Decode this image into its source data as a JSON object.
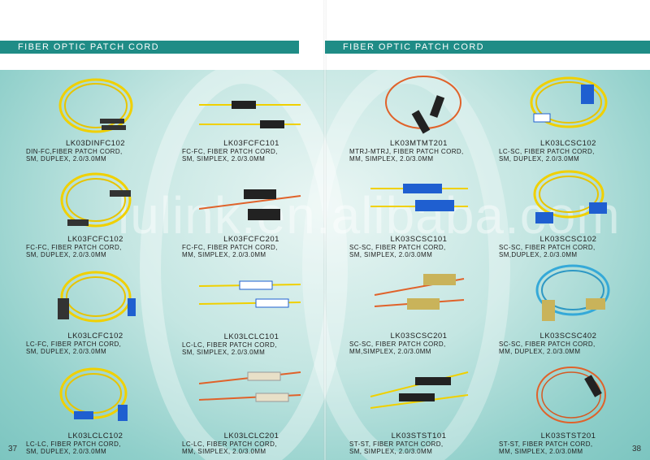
{
  "headers": {
    "left": "FIBER OPTIC PATCH CORD",
    "right": "FIBER OPTIC PATCH CORD"
  },
  "watermark": "lulink.en.alibaba.com",
  "page_numbers": {
    "left": "37",
    "right": "38"
  },
  "colors": {
    "banner": "#1f8c86",
    "background": "#8fcfca",
    "singlemode_cable": "#f0d000",
    "multimode_cable": "#e0622a",
    "sc_connector": "#1f5fd0",
    "lc_connector": "#1f5fd0",
    "aqua_cable": "#35a9d8"
  },
  "products": [
    {
      "code": "LK03DINFC102",
      "line1": "DIN-FC,FIBER PATCH CORD,",
      "line2": "SM, DUPLEX, 2.0/3.0MM",
      "icon": "coiled-yellow-din-fc-icon"
    },
    {
      "code": "LK03FCFC101",
      "line1": "FC-FC, FIBER PATCH CORD,",
      "line2": "SM, SIMPLEX, 2.0/3.0MM",
      "icon": "straight-yellow-fc-fc-icon"
    },
    {
      "code": "LK03MTMT201",
      "line1": "MTRJ-MTRJ, FIBER PATCH CORD,",
      "line2": "MM, SIMPLEX, 2.0/3.0MM",
      "icon": "coiled-orange-mtrj-icon"
    },
    {
      "code": "LK03LCSC102",
      "line1": "LC-SC, FIBER PATCH CORD,",
      "line2": "SM, DUPLEX, 2.0/3.0MM",
      "icon": "coiled-yellow-lc-sc-icon"
    },
    {
      "code": "LK03FCFC102",
      "line1": "FC-FC, FIBER PATCH CORD,",
      "line2": "SM, DUPLEX, 2.0/3.0MM",
      "icon": "coiled-yellow-fc-fc-icon"
    },
    {
      "code": "LK03FCFC201",
      "line1": "FC-FC, FIBER PATCH CORD,",
      "line2": "MM, SIMPLEX, 2.0/3.0MM",
      "icon": "straight-orange-fc-fc-icon"
    },
    {
      "code": "LK03SCSC101",
      "line1": "SC-SC, FIBER PATCH CORD,",
      "line2": "SM, SIMPLEX, 2.0/3.0MM",
      "icon": "straight-yellow-sc-sc-icon"
    },
    {
      "code": "LK03SCSC102",
      "line1": "SC-SC, FIBER PATCH CORD,",
      "line2": "SM,DUPLEX, 2.0/3.0MM",
      "icon": "coiled-yellow-sc-sc-icon"
    },
    {
      "code": "LK03LCFC102",
      "line1": "LC-FC, FIBER PATCH CORD,",
      "line2": "SM, DUPLEX, 2.0/3.0MM",
      "icon": "coiled-yellow-lc-fc-icon"
    },
    {
      "code": "LK03LCLC101",
      "line1": "LC-LC, FIBER PATCH CORD,",
      "line2": "SM, SIMPLEX, 2.0/3.0MM",
      "icon": "straight-yellow-lc-lc-icon"
    },
    {
      "code": "LK03SCSC201",
      "line1": "SC-SC, FIBER PATCH CORD,",
      "line2": "MM,SIMPLEX, 2.0/3.0MM",
      "icon": "straight-orange-sc-sc-icon"
    },
    {
      "code": "LK03SCSC402",
      "line1": "SC-SC, FIBER PATCH CORD,",
      "line2": "MM, DUPLEX, 2.0/3.0MM",
      "icon": "coiled-aqua-sc-sc-icon"
    },
    {
      "code": "LK03LCLC102",
      "line1": "LC-LC, FIBER PATCH CORD,",
      "line2": "SM, DUPLEX, 2.0/3.0MM",
      "icon": "coiled-yellow-lc-lc-icon"
    },
    {
      "code": "LK03LCLC201",
      "line1": "LC-LC, FIBER PATCH CORD,",
      "line2": "MM, SIMPLEX, 2.0/3.0MM",
      "icon": "straight-orange-lc-lc-icon"
    },
    {
      "code": "LK03STST101",
      "line1": "ST-ST, FIBER PATCH CORD,",
      "line2": "SM, SIMPLEX, 2.0/3.0MM",
      "icon": "straight-yellow-st-st-icon"
    },
    {
      "code": "LK03STST201",
      "line1": "ST-ST, FIBER PATCH CORD,",
      "line2": "MM, SIMPLEX, 2.0/3.0MM",
      "icon": "coiled-orange-st-st-icon"
    }
  ]
}
